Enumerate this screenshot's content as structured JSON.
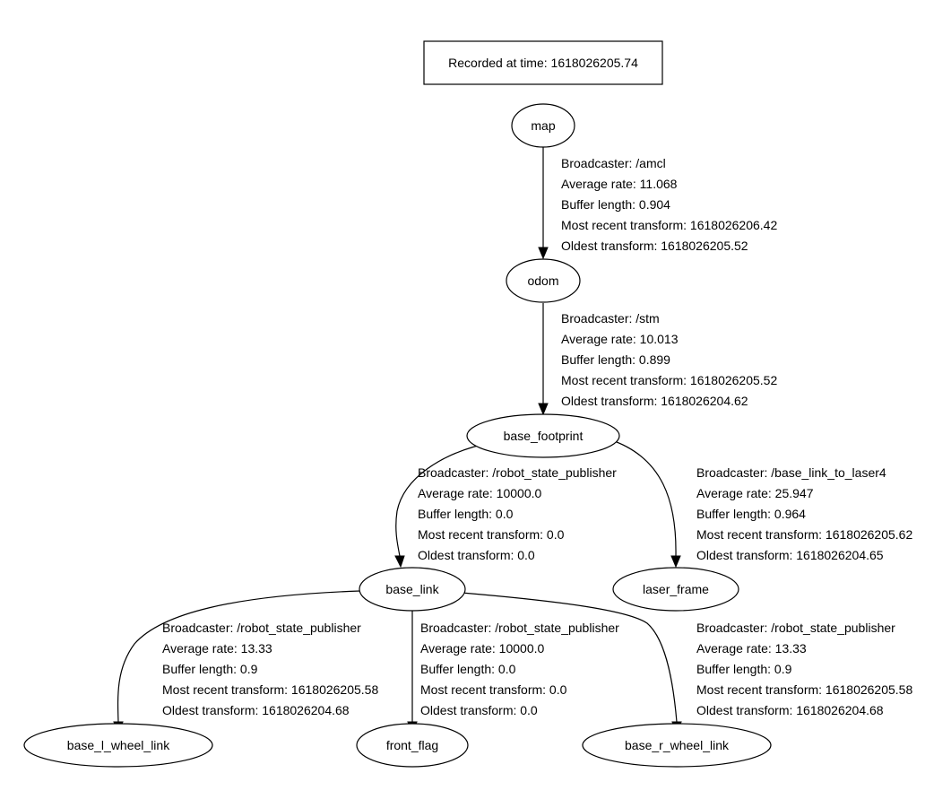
{
  "header": {
    "recorded_label": "Recorded at time: 1618026205.74"
  },
  "nodes": {
    "map": "map",
    "odom": "odom",
    "base_footprint": "base_footprint",
    "base_link": "base_link",
    "laser_frame": "laser_frame",
    "base_l_wheel_link": "base_l_wheel_link",
    "front_flag": "front_flag",
    "base_r_wheel_link": "base_r_wheel_link"
  },
  "edges": {
    "map_odom": [
      "Broadcaster: /amcl",
      "Average rate: 11.068",
      "Buffer length: 0.904",
      "Most recent transform: 1618026206.42",
      "Oldest transform: 1618026205.52"
    ],
    "odom_base_footprint": [
      "Broadcaster: /stm",
      "Average rate: 10.013",
      "Buffer length: 0.899",
      "Most recent transform: 1618026205.52",
      "Oldest transform: 1618026204.62"
    ],
    "base_footprint_base_link": [
      "Broadcaster: /robot_state_publisher",
      "Average rate: 10000.0",
      "Buffer length: 0.0",
      "Most recent transform: 0.0",
      "Oldest transform: 0.0"
    ],
    "base_footprint_laser_frame": [
      "Broadcaster: /base_link_to_laser4",
      "Average rate: 25.947",
      "Buffer length: 0.964",
      "Most recent transform: 1618026205.62",
      "Oldest transform: 1618026204.65"
    ],
    "base_link_base_l_wheel_link": [
      "Broadcaster: /robot_state_publisher",
      "Average rate: 13.33",
      "Buffer length: 0.9",
      "Most recent transform: 1618026205.58",
      "Oldest transform: 1618026204.68"
    ],
    "base_link_front_flag": [
      "Broadcaster: /robot_state_publisher",
      "Average rate: 10000.0",
      "Buffer length: 0.0",
      "Most recent transform: 0.0",
      "Oldest transform: 0.0"
    ],
    "base_link_base_r_wheel_link": [
      "Broadcaster: /robot_state_publisher",
      "Average rate: 13.33",
      "Buffer length: 0.9",
      "Most recent transform: 1618026205.58",
      "Oldest transform: 1618026204.68"
    ]
  }
}
